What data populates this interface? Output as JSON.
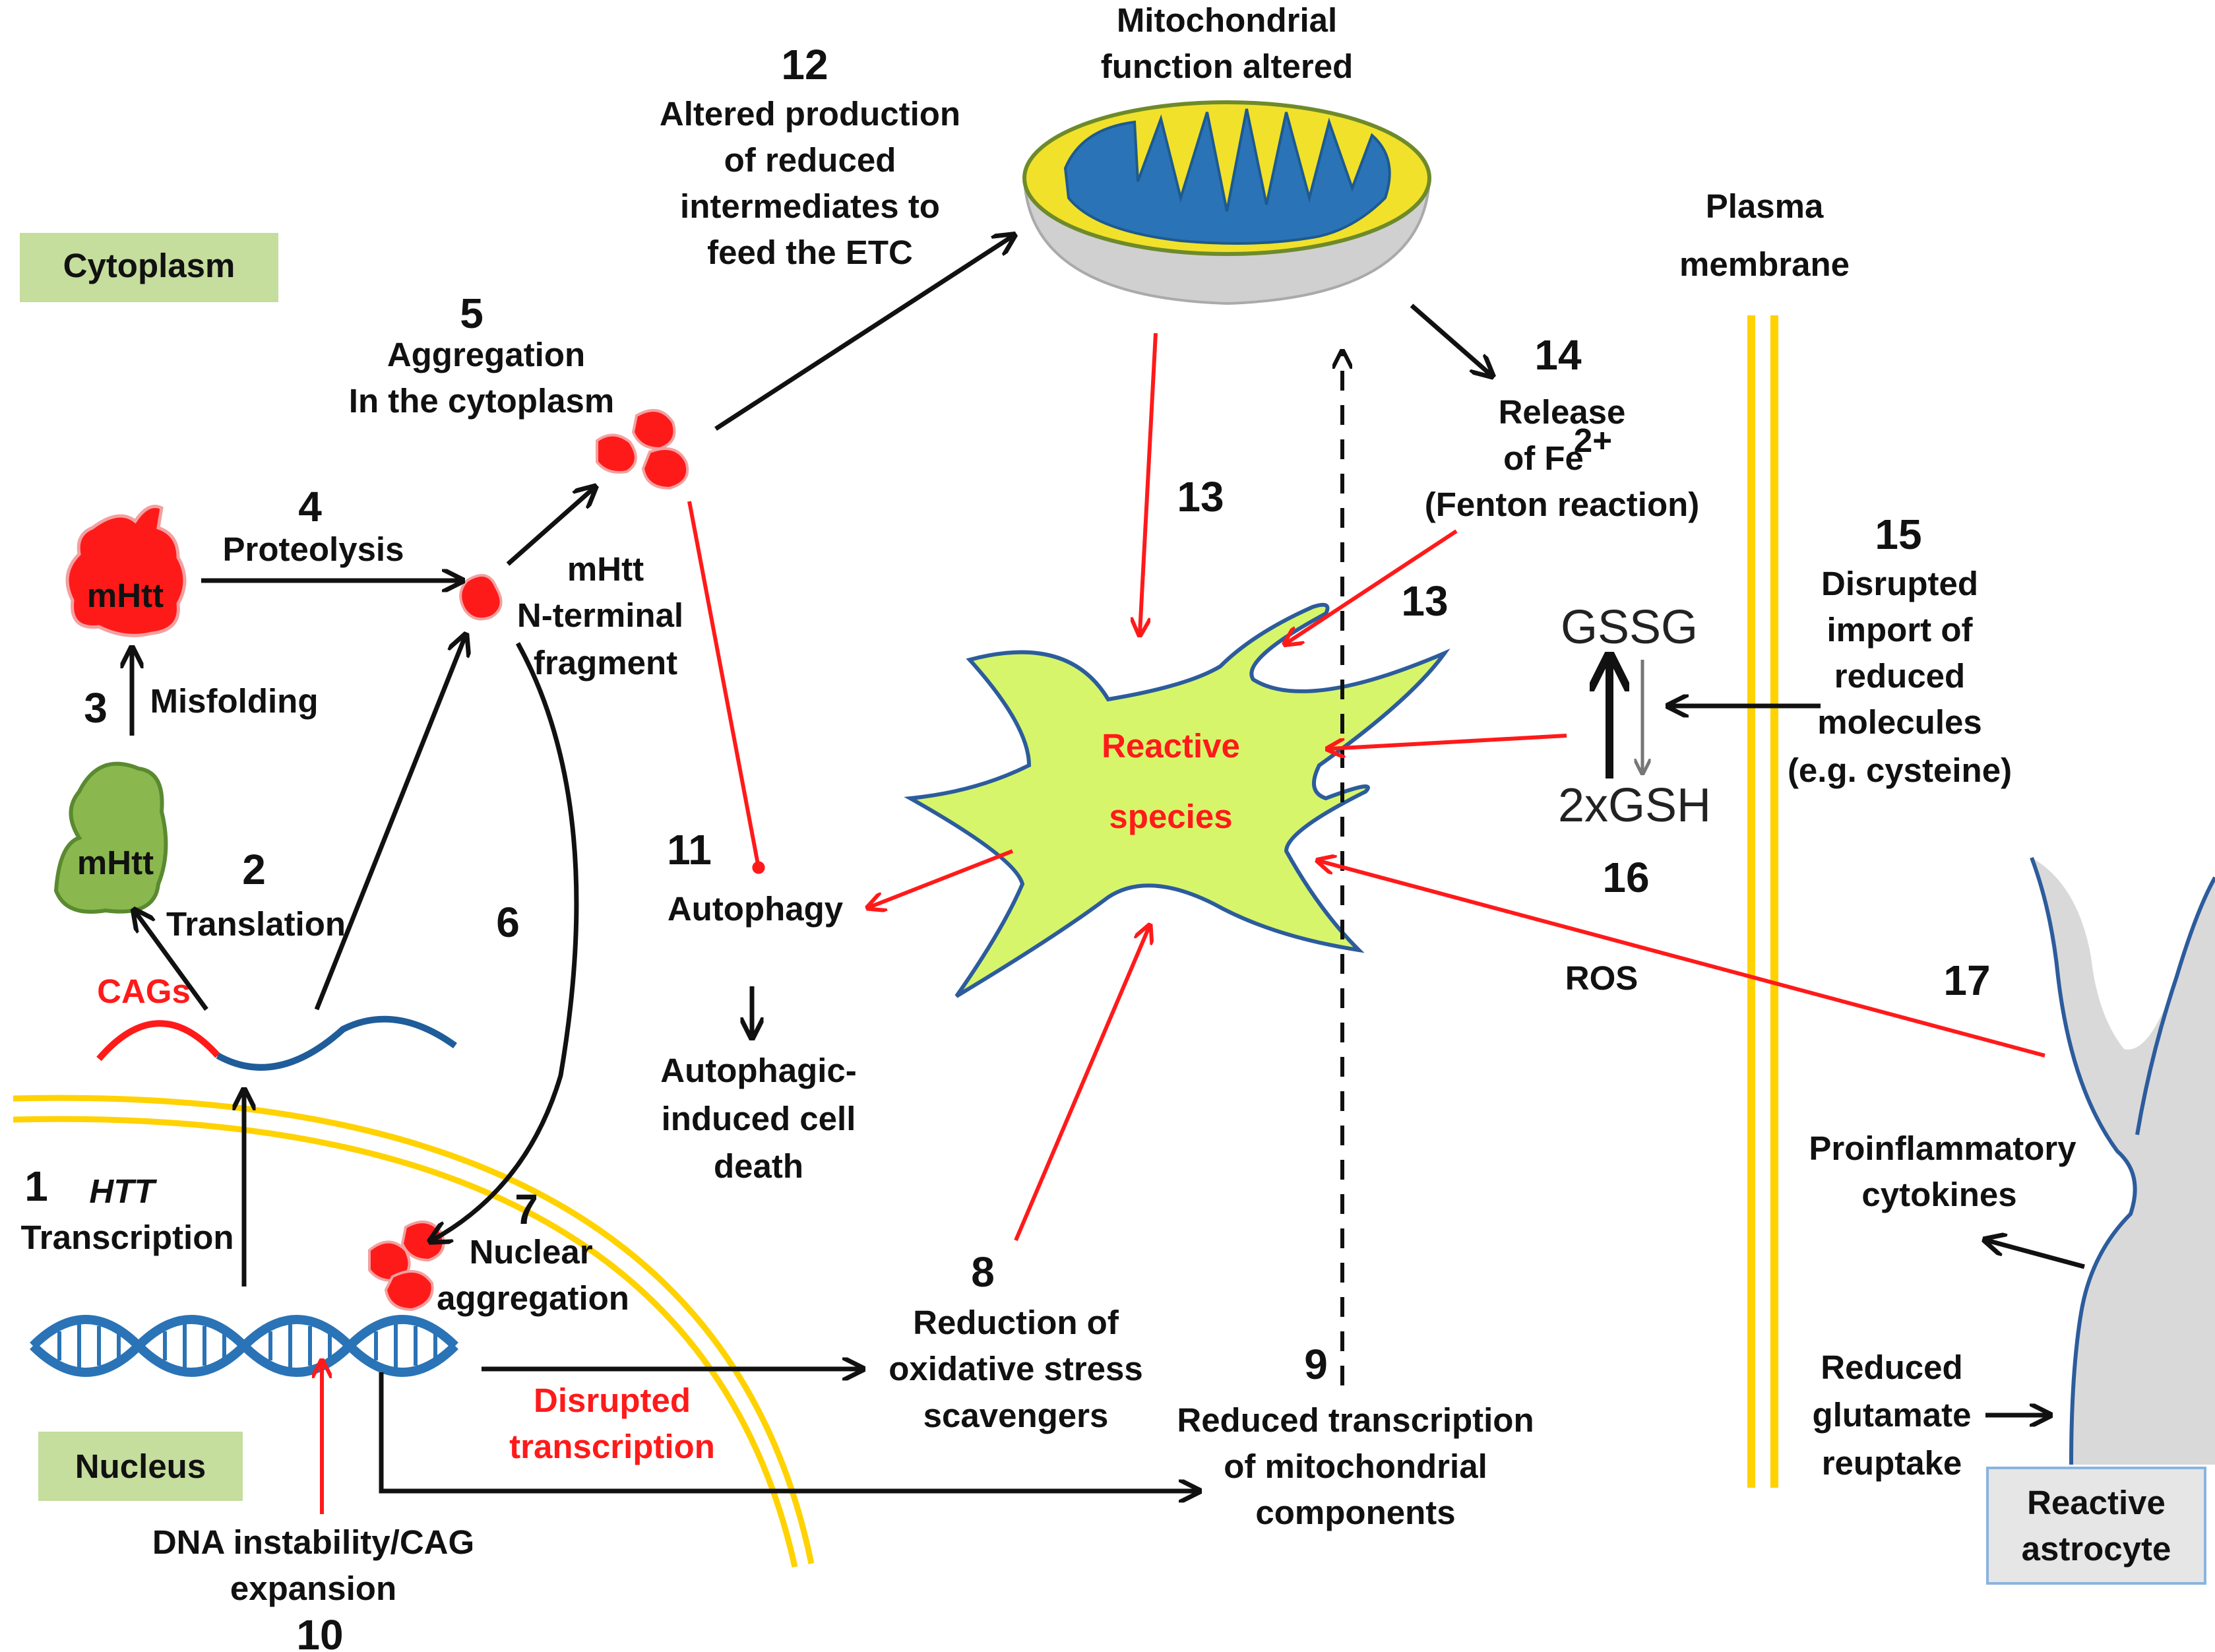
{
  "regions": {
    "cytoplasm": "Cytoplasm",
    "nucleus": "Nucleus",
    "plasma_membrane": [
      "Plasma",
      "membrane"
    ],
    "reactive_astrocyte": [
      "Reactive",
      "astrocyte"
    ]
  },
  "steps": {
    "s1": {
      "number": "1",
      "gene": "HTT",
      "label": "Transcription"
    },
    "s2": {
      "number": "2",
      "label": "Translation"
    },
    "s3": {
      "number": "3",
      "label": "Misfolding"
    },
    "s4": {
      "number": "4",
      "label": "Proteolysis"
    },
    "s5": {
      "number": "5",
      "lines": [
        "Aggregation",
        "In the cytoplasm"
      ]
    },
    "s6": {
      "number": "6"
    },
    "s7": {
      "number": "7",
      "lines": [
        "Nuclear",
        "aggregation"
      ]
    },
    "s8": {
      "number": "8",
      "lines": [
        "Reduction of",
        "oxidative stress",
        "scavengers"
      ]
    },
    "s9": {
      "number": "9",
      "lines": [
        "Reduced transcription",
        "of mitochondrial",
        "components"
      ]
    },
    "s10": {
      "number": "10",
      "lines": [
        "DNA instability/CAG",
        "expansion"
      ]
    },
    "s11": {
      "number": "11",
      "label": "Autophagy"
    },
    "s12": {
      "number": "12",
      "lines": [
        "Altered production",
        "of reduced",
        "intermediates to",
        "feed the ETC"
      ]
    },
    "s13a": {
      "number": "13"
    },
    "s13b": {
      "number": "13"
    },
    "s14": {
      "number": "14",
      "lines": [
        "Release",
        "of Fe",
        "(Fenton reaction)"
      ],
      "superscript": "2+"
    },
    "s15": {
      "number": "15",
      "lines": [
        "Disrupted",
        "import of",
        "reduced",
        "molecules",
        "(e.g. cysteine)"
      ]
    },
    "s16": {
      "number": "16",
      "oxidized": "GSSG",
      "reduced": "2xGSH"
    },
    "s17": {
      "number": "17",
      "label": "ROS"
    }
  },
  "labels": {
    "mhtt": "mHtt",
    "cags": "CAGs",
    "n_terminal": [
      "mHtt",
      "N-terminal",
      "fragment"
    ],
    "mitochondria": [
      "Mitochondrial",
      "function altered"
    ],
    "reactive_species": [
      "Reactive",
      "species"
    ],
    "autophagic_death": [
      "Autophagic-",
      "induced cell",
      "death"
    ],
    "disrupted_transcription": [
      "Disrupted",
      "transcription"
    ],
    "cytokines": [
      "Proinflammatory",
      "cytokines"
    ],
    "glutamate": [
      "Reduced",
      "glutamate",
      "reuptake"
    ]
  },
  "colors": {
    "red": "#ff1a1a",
    "green_box": "#c5dd9d",
    "membrane": "#ffd200",
    "dna_blue": "#2a73b6",
    "starburst": "#d7f56a",
    "star_outline": "#2c5c9c",
    "mhtt_green": "#8ab84f",
    "astrocyte_grey": "#d9d9d9"
  }
}
